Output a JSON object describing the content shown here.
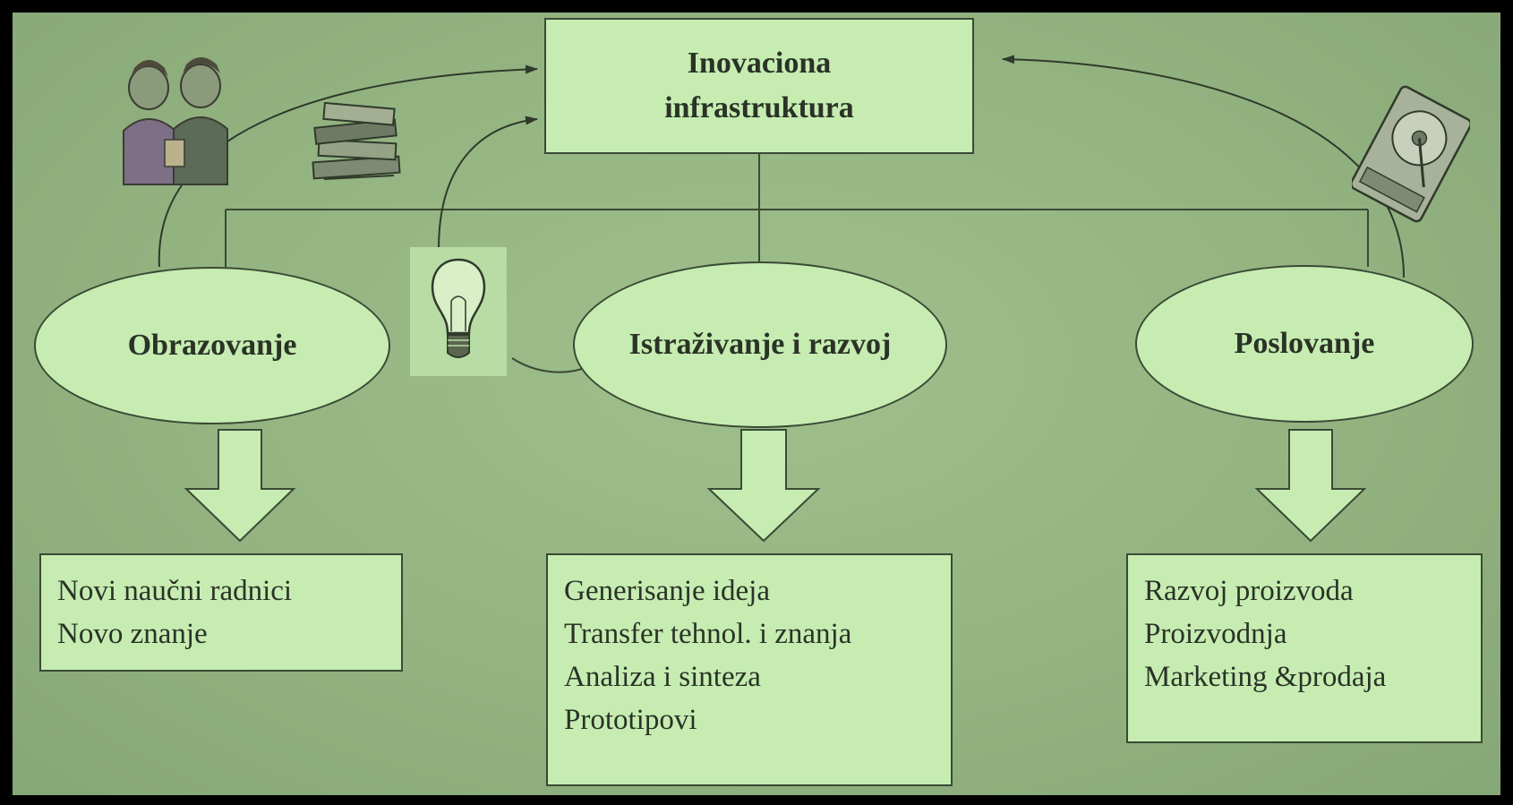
{
  "top_box": {
    "line1": "Inovaciona",
    "line2": "infrastruktura"
  },
  "pillars": [
    {
      "label": "Obrazovanje",
      "items": [
        "Novi naučni radnici",
        "Novo znanje"
      ]
    },
    {
      "label": "Istraživanje i razvoj",
      "items": [
        "Generisanje ideja",
        "Transfer tehnol. i znanja",
        "Analiza i sinteza",
        "Prototipovi"
      ]
    },
    {
      "label": "Poslovanje",
      "items": [
        "Razvoj proizvoda",
        "Proizvodnja",
        "Marketing &prodaja"
      ]
    }
  ],
  "illustrations": [
    "people-icon",
    "books-icon",
    "lightbulb-icon",
    "disk-drive-icon"
  ],
  "colors": {
    "panel": "#93b381",
    "shape_fill": "#c6ecb2",
    "stroke": "#3a4a34",
    "frame": "#000000"
  }
}
